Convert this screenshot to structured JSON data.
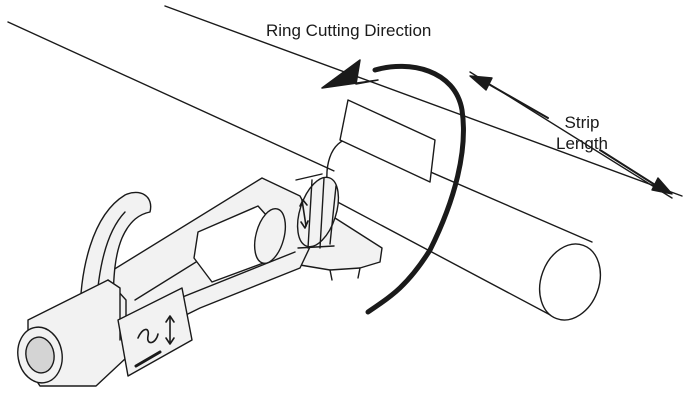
{
  "labels": {
    "ring_cutting_direction": "Ring Cutting Direction",
    "strip_line1": "Strip",
    "strip_line2": "Length"
  },
  "icons": {
    "rotation": "curved-arrow-icon",
    "dimension": "double-arrow-icon"
  },
  "colors": {
    "line": "#1a1a1a",
    "tool_fill": "#f2f2f2",
    "shade": "#d4d4d4",
    "background": "#ffffff"
  }
}
